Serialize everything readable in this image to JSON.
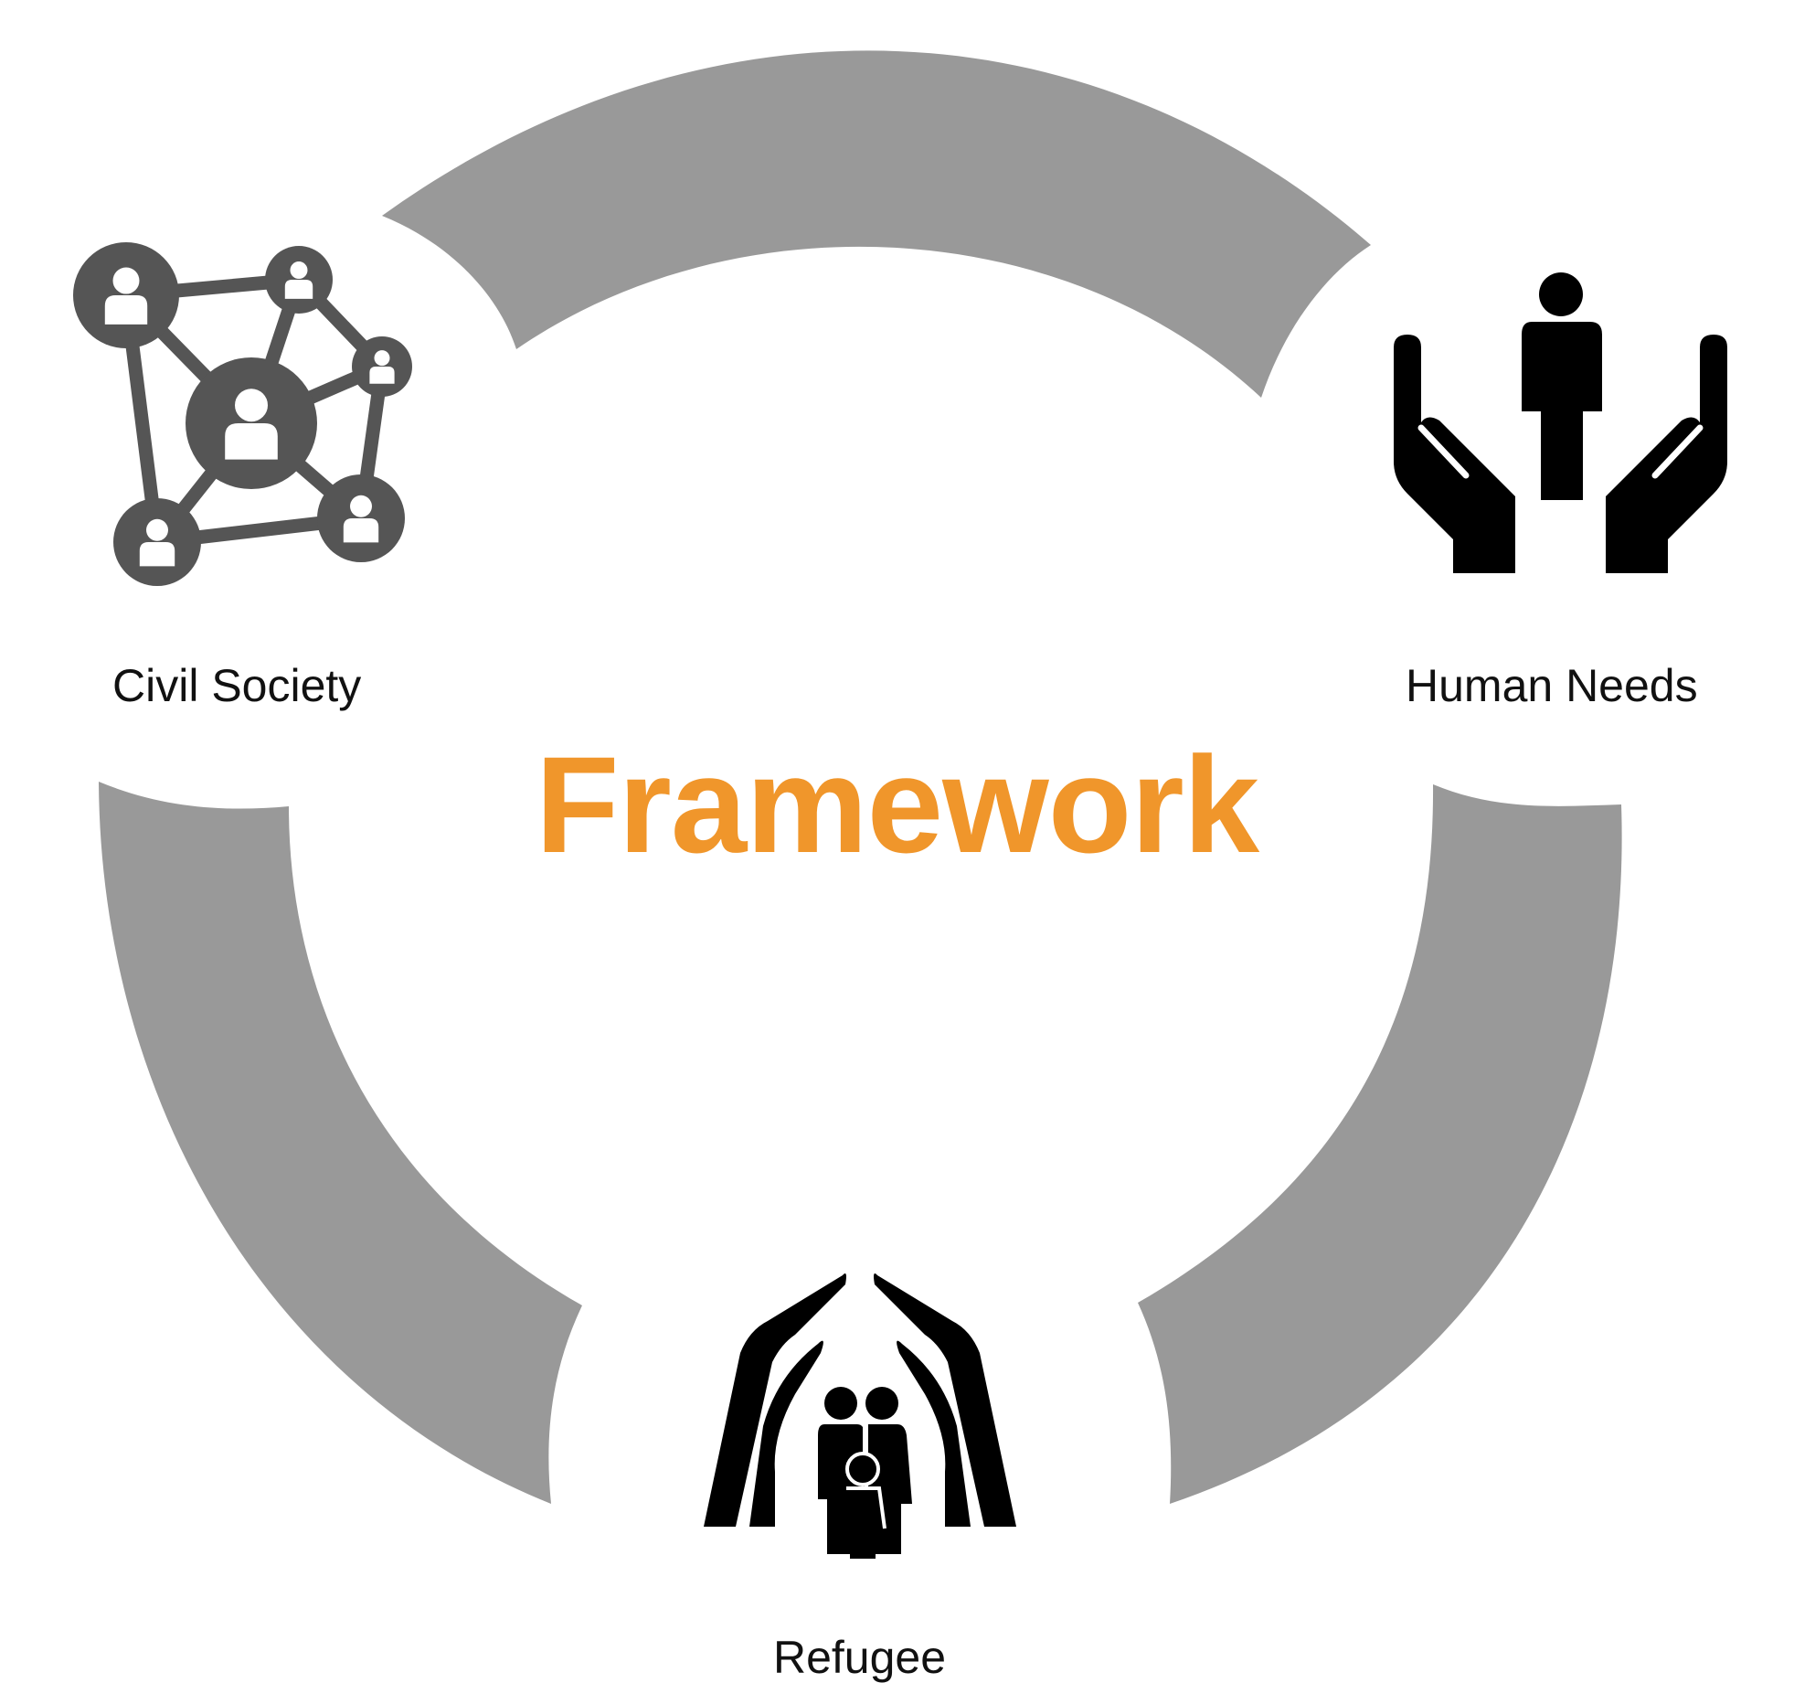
{
  "title": "Framework",
  "nodes": [
    {
      "id": "civil-society",
      "label": "Civil Society",
      "icon": "network-people-icon"
    },
    {
      "id": "human-needs",
      "label": "Human Needs",
      "icon": "hands-person-icon"
    },
    {
      "id": "refugee",
      "label": "Refugee",
      "icon": "hands-family-icon"
    }
  ],
  "colors": {
    "title": "#F0962B",
    "arc": "#999999",
    "network_icon": "#555555",
    "icon_dark": "#000000",
    "label": "#111111",
    "background": "#FFFFFF"
  }
}
